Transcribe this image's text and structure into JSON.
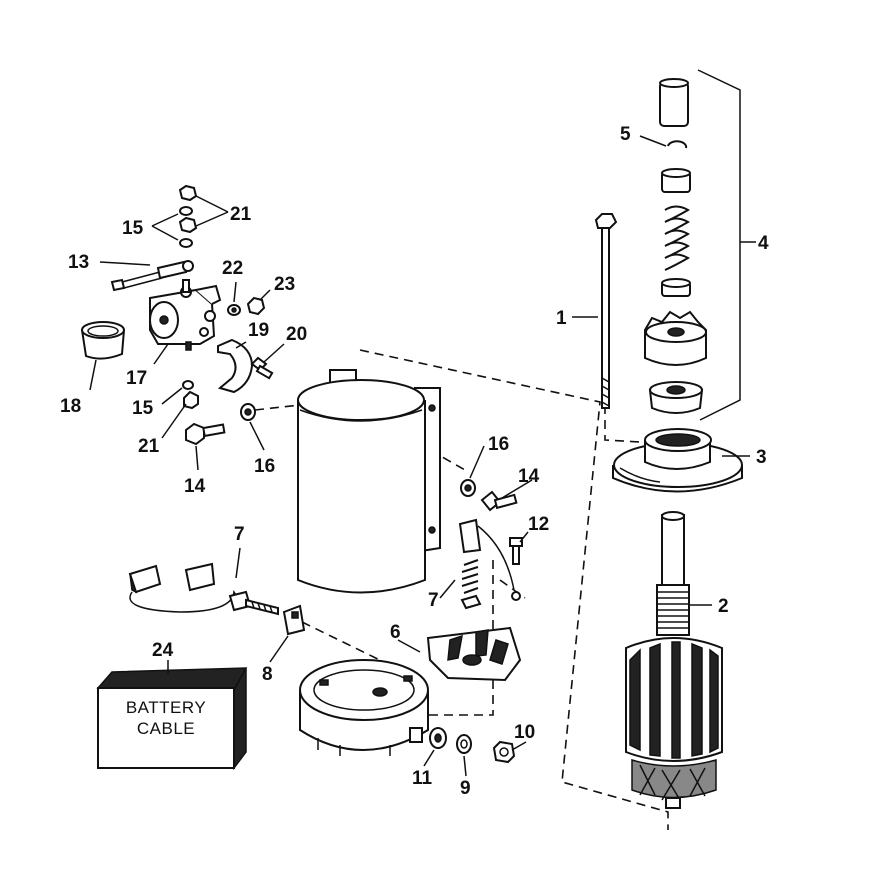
{
  "callouts": {
    "c1": "1",
    "c2": "2",
    "c3": "3",
    "c4": "4",
    "c5": "5",
    "c6": "6",
    "c7a": "7",
    "c7b": "7",
    "c8": "8",
    "c9": "9",
    "c10": "10",
    "c11": "11",
    "c12": "12",
    "c13": "13",
    "c14a": "14",
    "c14b": "14",
    "c15a": "15",
    "c15b": "15",
    "c16a": "16",
    "c16b": "16",
    "c17": "17",
    "c18": "18",
    "c19": "19",
    "c20": "20",
    "c21a": "21",
    "c21b": "21",
    "c22": "22",
    "c23": "23",
    "c24": "24"
  },
  "battery_cable_box": {
    "line1": "BATTERY",
    "line2": "CABLE"
  }
}
